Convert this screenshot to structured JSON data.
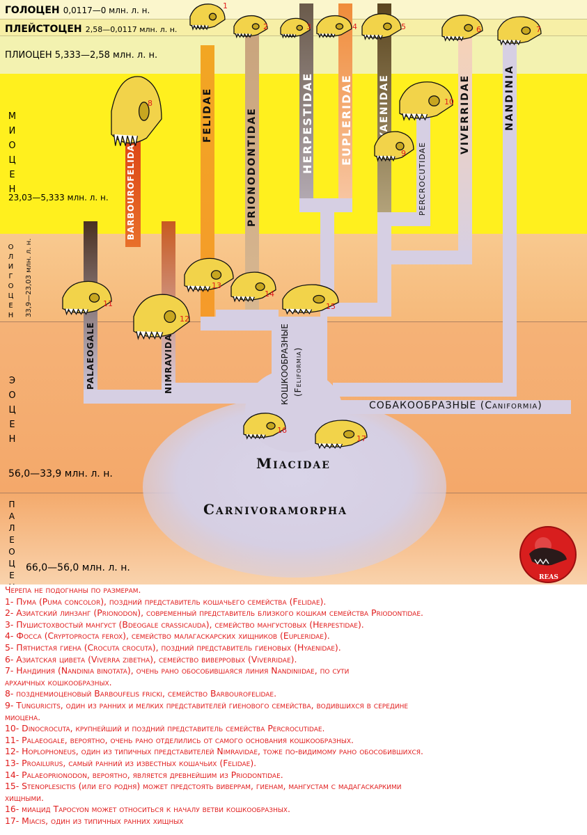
{
  "epochs": {
    "holocene": {
      "name": "ГОЛОЦЕН",
      "range": "0,0117—0 млн. л. н."
    },
    "pleistocene": {
      "name": "ПЛЕЙСТОЦЕН",
      "range": "2,58—0,0117 млн. л. н."
    },
    "pliocene": {
      "label": "ПЛИОЦЕН 5,333—2,58 млн. л. н."
    },
    "miocene": {
      "name": "МИОЦЕН",
      "range": "23,03—5,333 млн. л. н."
    },
    "oligocene": {
      "name": "ОЛИГОЦЕН",
      "range": "33,9—23,03 млн. л. н."
    },
    "eocene": {
      "name": "ЭОЦЕН",
      "range": "56,0—33,9 млн. л. н."
    },
    "paleocene": {
      "name": "ПАЛЕОЦЕН",
      "range": "66,0—56,0 млн. л. н."
    }
  },
  "families": {
    "felidae": "FELIDAE",
    "prionodontidae": "PRIONODONTIDAE",
    "herpestidae": "HERPESTIDAE",
    "eupleridae": "EUPLERIDAE",
    "hyaenidae": "HYAENIDAE",
    "viverridae": "VIVERRIDAE",
    "nandinia": "NANDINIA",
    "barbourofelidae": "BARBOUROFELIDAE",
    "percrocutidae": "PERCROCUTIDAE",
    "palaeogale": "PALAEOGALE",
    "nimravidae": "NIMRAVIDAE"
  },
  "clades": {
    "feliformia_ru": "КОШКООБРАЗНЫЕ",
    "feliformia_lat": "(Feliformia)",
    "caniformia": "СОБАКООБРАЗНЫЕ (Caniformia)",
    "miacidae": "Miacidae",
    "carnivoramorpha": "Carnivoramorpha"
  },
  "skull_numbers": [
    "1",
    "2",
    "3",
    "4",
    "5",
    "6",
    "7",
    "8",
    "9",
    "10",
    "11",
    "12",
    "13",
    "14",
    "15",
    "16",
    "17"
  ],
  "logo_text": "REAS",
  "legend": [
    "Черепа не подогнаны по размерам.",
    "1- Пума (Puma concolor), поздний представитель кошачьего семейства (Felidae).",
    "2- Азиатский линзанг (Prionodon), современный представитель близкого кошкам семейства Priodontidae.",
    "3- Пушистохвостый мангуст (Bdeogale crassicauda), семейство мангустовых (Herpestidae).",
    "4- Фосса (Cryptoprocta ferox), семейство малагаскарских хищников (Eupleridae).",
    "5- Пятнистая гиена (Crocuta crocuta), поздний представитель гиеновых (Hyaenidae).",
    "6- Азиатская цивета (Viverra zibetha), семейство виверровых (Viverridae).",
    "7- Нандиния (Nandinia binotata), очень рано обособившаяся линия Nandiniidae, по сути",
    "архаичных кошкообразных.",
    "8- позднемиоценовый Barboufelis fricki, семейство Barbourofelidae.",
    "9- Tunguricits, один из ранних и мелких представителей гиенового семейства, водившихся в середине",
    "миоцена.",
    "10- Dinocrocuta, крупнейший и поздний представитель семейства Percrocutidae.",
    "11- Palaeogale, вероятно, очень рано отделились от самого основания кошкообразных.",
    "12- Hoplophoneus, один из типичных представителей Nimravidae, тоже по-видимому рано обособившихся.",
    "13- Proailurus, самый ранний из известных кошачьих (Felidae).",
    "14- Palaeoprionodon, вероятно, является древнейшим из Priodontidae.",
    "15- Stenoplesictis (или его родня) может предстоять виверрам, гиенам, мангустам с мадагаскаркими",
    "хищными.",
    "16- миацид Tapocyon может относиться к началу ветви кошкообразных.",
    "17- Miacis, один из типичных ранних хищных"
  ],
  "colors": {
    "holocene": "#fbf6cc",
    "pleistocene": "#f7efa6",
    "pliocene": "#f3f2b0",
    "miocene": "#fff01e",
    "oligocene": "#f8c488",
    "eocene": "#f4ac6e",
    "paleocene": "#f6c697",
    "branch": "#d6cfe3",
    "legend_text": "#e01b1b",
    "skull": "#f2d34a"
  }
}
